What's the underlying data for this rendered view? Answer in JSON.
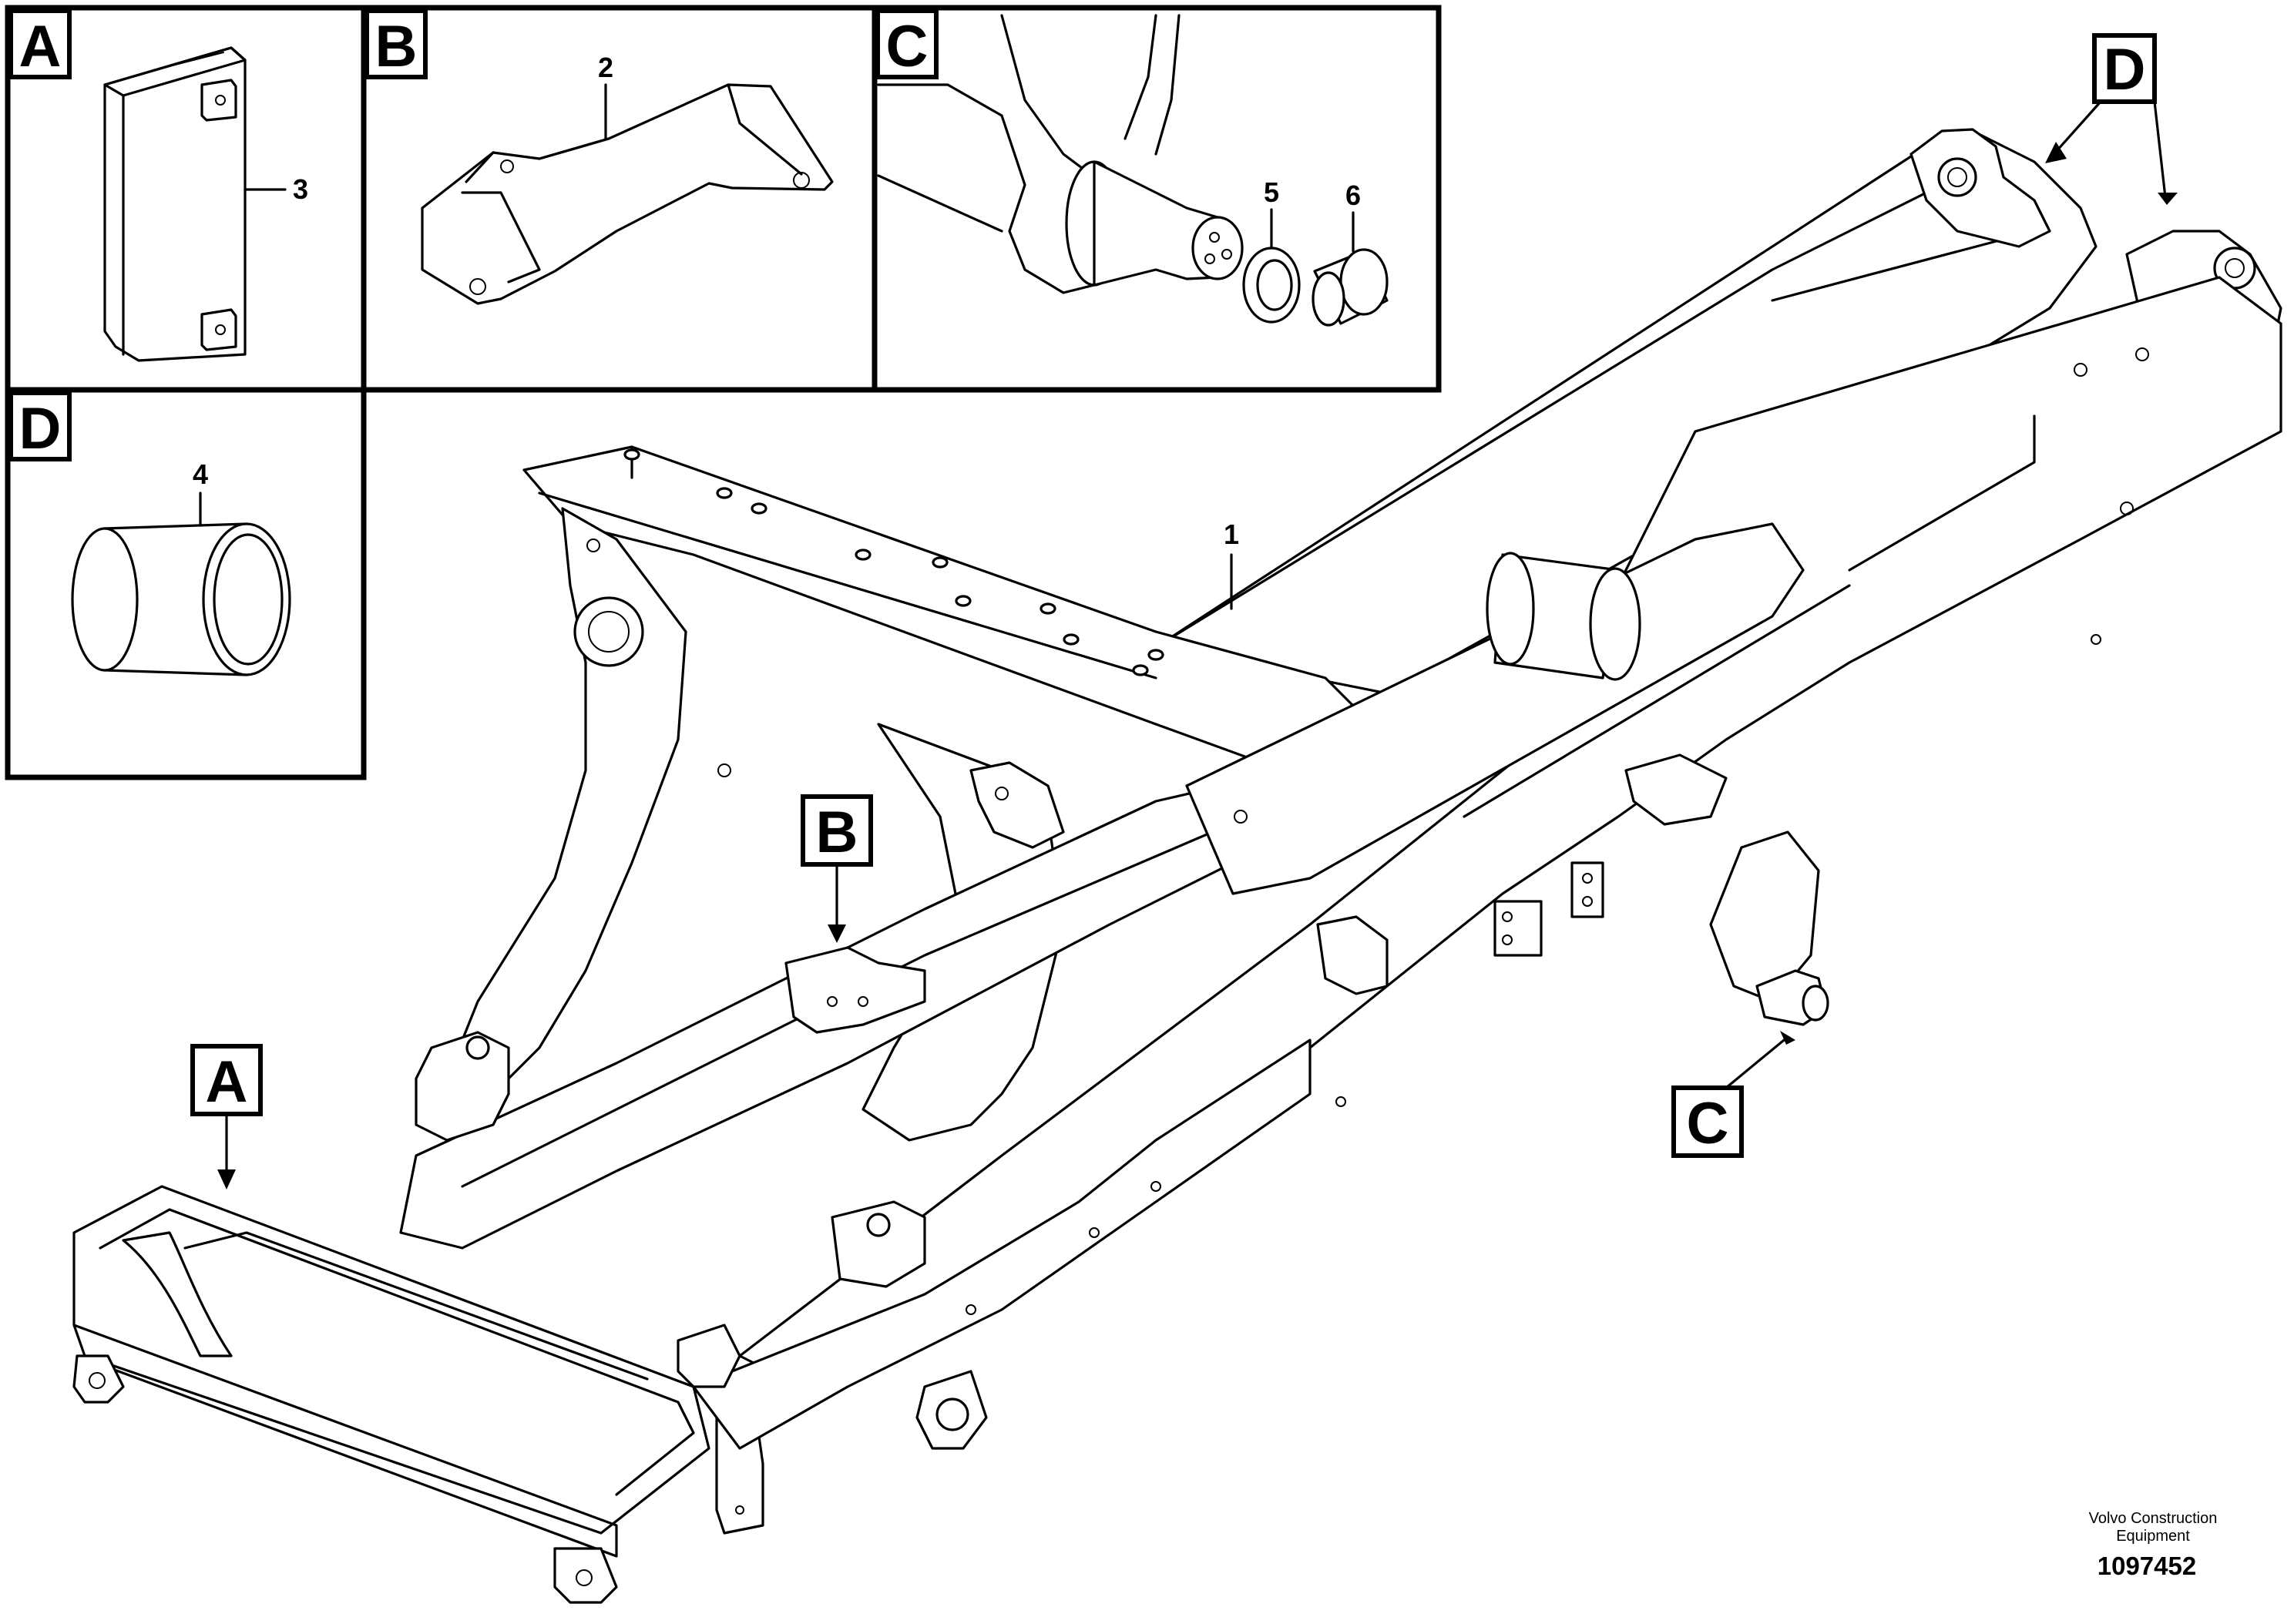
{
  "detail_labels": {
    "A": "A",
    "B": "B",
    "C": "C",
    "D": "D"
  },
  "main_callouts": {
    "A": "A",
    "B": "B",
    "C": "C",
    "D": "D"
  },
  "part_numbers": {
    "p1": "1",
    "p2": "2",
    "p3": "3",
    "p4": "4",
    "p5": "5",
    "p6": "6"
  },
  "footer": {
    "brand_line1": "Volvo Construction",
    "brand_line2": "Equipment",
    "doc_number": "1097452"
  }
}
